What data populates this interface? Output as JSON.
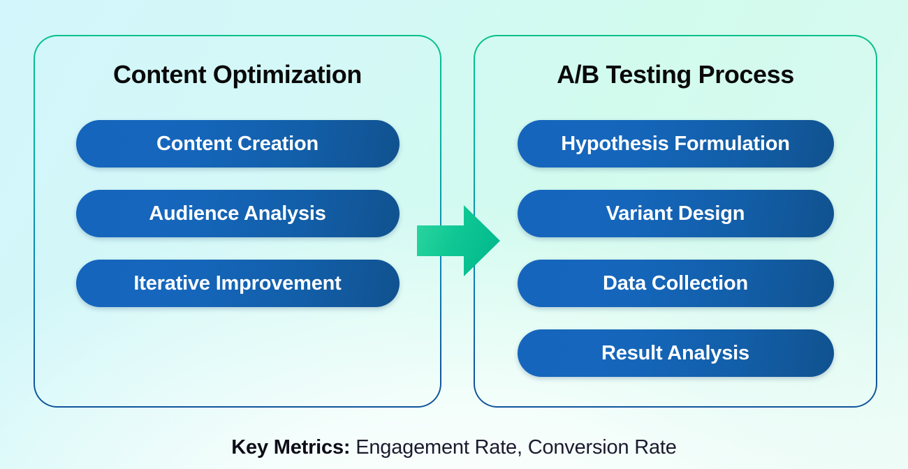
{
  "colors": {
    "background_top_left": "#d2f6fb",
    "background_top_right": "#d5faf0",
    "background_center_bottom": "#ffffff",
    "panel_border_top": "#05c08a",
    "panel_border_bottom": "#10549b",
    "pill_fill_light": "#1565bd",
    "pill_fill_dark": "#11528f",
    "pill_text": "#ffffff",
    "arrow_fill_light": "#2bd39b",
    "arrow_fill_dark": "#06bf92",
    "title_text": "#0a0a0a",
    "footer_text": "#1b1b2e"
  },
  "panels": [
    {
      "id": "content-optimization",
      "title": "Content Optimization",
      "steps": [
        "Content Creation",
        "Audience Analysis",
        "Iterative Improvement"
      ]
    },
    {
      "id": "ab-testing-process",
      "title": "A/B Testing Process",
      "steps": [
        "Hypothesis Formulation",
        "Variant Design",
        "Data Collection",
        "Result Analysis"
      ]
    }
  ],
  "connector": {
    "icon": "arrow-right-icon",
    "direction": "right"
  },
  "footer": {
    "label": "Key Metrics:",
    "value": " Engagement Rate, Conversion Rate"
  }
}
